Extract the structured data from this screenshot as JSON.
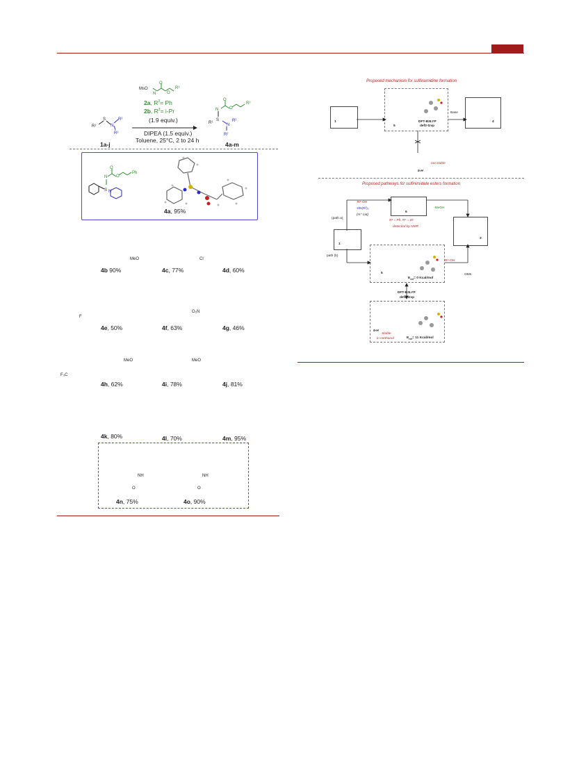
{
  "header": {
    "accent_color": "#a01c1c"
  },
  "scheme": {
    "reagent": {
      "leaving": "MsO",
      "nh": "N\nH",
      "r3": "R3"
    },
    "reagent_label_a": {
      "id": "2a",
      "text": ", R",
      "sup": "3",
      "rest": "= Ph"
    },
    "reagent_label_b": {
      "id": "2b",
      "text": ", R",
      "sup": "3",
      "rest": "= i-Pr"
    },
    "equiv": "(1.9 equiv.)",
    "base": "DIPEA (1.5 equiv.)",
    "conditions": "Toluene, 25°C, 2 to 24 h",
    "start_label": "1a-j",
    "product_label": "4a-m"
  },
  "products": [
    {
      "id": "4a",
      "yield": ", 95%"
    },
    {
      "id": "4b",
      "yield": " 90%"
    },
    {
      "id": "4c",
      "yield": ", 77%"
    },
    {
      "id": "4d",
      "yield": ", 60%"
    },
    {
      "id": "4e",
      "yield": ", 50%"
    },
    {
      "id": "4f",
      "yield": ", 63%"
    },
    {
      "id": "4g",
      "yield": ", 46%"
    },
    {
      "id": "4h",
      "yield": ", 62%"
    },
    {
      "id": "4i",
      "yield": ", 78%"
    },
    {
      "id": "4j",
      "yield": ", 81%"
    },
    {
      "id": "4k",
      "yield": ", 80%"
    },
    {
      "id": "4l",
      "yield": ", 70%"
    },
    {
      "id": "4m",
      "yield": ", 95%"
    },
    {
      "id": "4n",
      "yield": ", 75%"
    },
    {
      "id": "4o",
      "yield": ", 90%"
    }
  ],
  "substituents": {
    "meo": "MeO",
    "cl": "Cl",
    "f": "F",
    "no2": "O₂N",
    "cf3": "F₃C",
    "ph": "Ph",
    "ipr": "i-Pr",
    "nh": "NH",
    "o": "O"
  },
  "mechanism": {
    "title_a": "Proposed mechanism for sulfinamidine formation",
    "title_b": "Proposed pathways for sulfinimidate esters formation",
    "base": "Base",
    "not_stable": "not stable",
    "dft": "DFT-B3LYP",
    "basis": "def2-tzvp",
    "int5": "5",
    "int5h": "5-H",
    "int1": "1",
    "int3": "3",
    "int4": "4",
    "int6": "6",
    "path_a": "(path a)",
    "path_b": "path (b)",
    "r4oh": "R⁴-OH",
    "amine_release": "-HN(R²)₂",
    "h_cat": "(H⁺ cat)",
    "r1r4": "R¹ = Ph, R⁴ = Et",
    "nmr": "detected by NMR",
    "meoh": "-MeOH",
    "stable": "Stable",
    "in_methanol": "in methanol",
    "erel_0": "0 Kcal/mol",
    "erel_11": "11 Kcal/mol",
    "erel_label": "E",
    "rel": "rel",
    "oms": "OMs"
  }
}
